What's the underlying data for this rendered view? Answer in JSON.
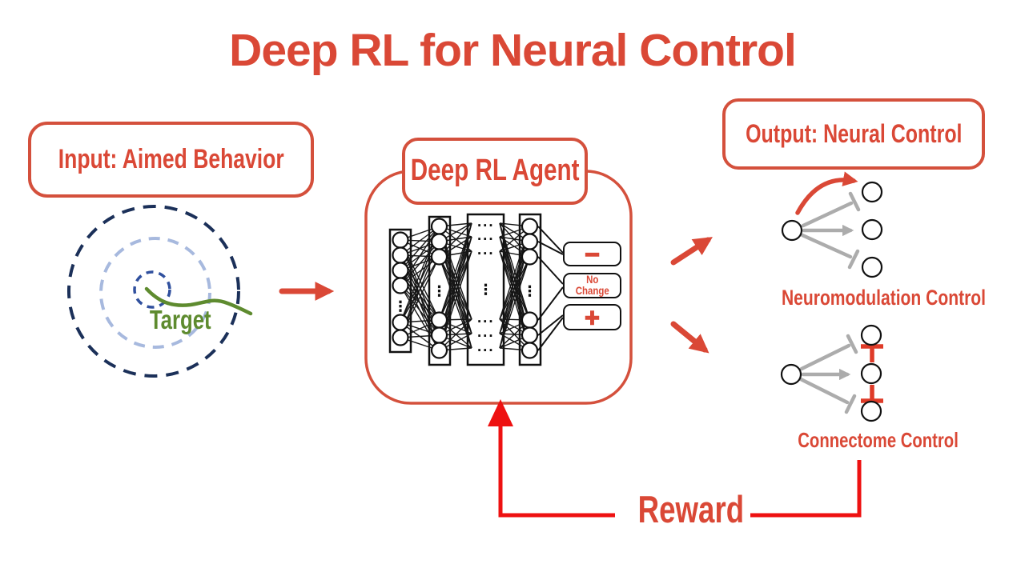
{
  "title": "Deep RL for Neural Control",
  "input": {
    "label": "Input: Aimed Behavior",
    "target_label": "Target"
  },
  "agent": {
    "label": "Deep RL Agent",
    "minus_label": "−",
    "no_change_line1": "No",
    "no_change_line2": "Change",
    "plus_label": "+"
  },
  "nn": {
    "dots_h": "...",
    "dots_v": "⋮"
  },
  "output": {
    "label": "Output: Neural Control",
    "neuromodulation_label": "Neuromodulation Control",
    "connectome_label": "Connectome Control"
  },
  "reward": {
    "label": "Reward"
  },
  "colors": {
    "accent": "#DA4836",
    "reward_line": "#EE1111",
    "outer_ring": "#1B3059",
    "middle_ring": "#A7B9DE",
    "inner_ring": "#30509E",
    "worm_green": "#5E8B2F",
    "synapse_gray": "#ACACAC"
  }
}
